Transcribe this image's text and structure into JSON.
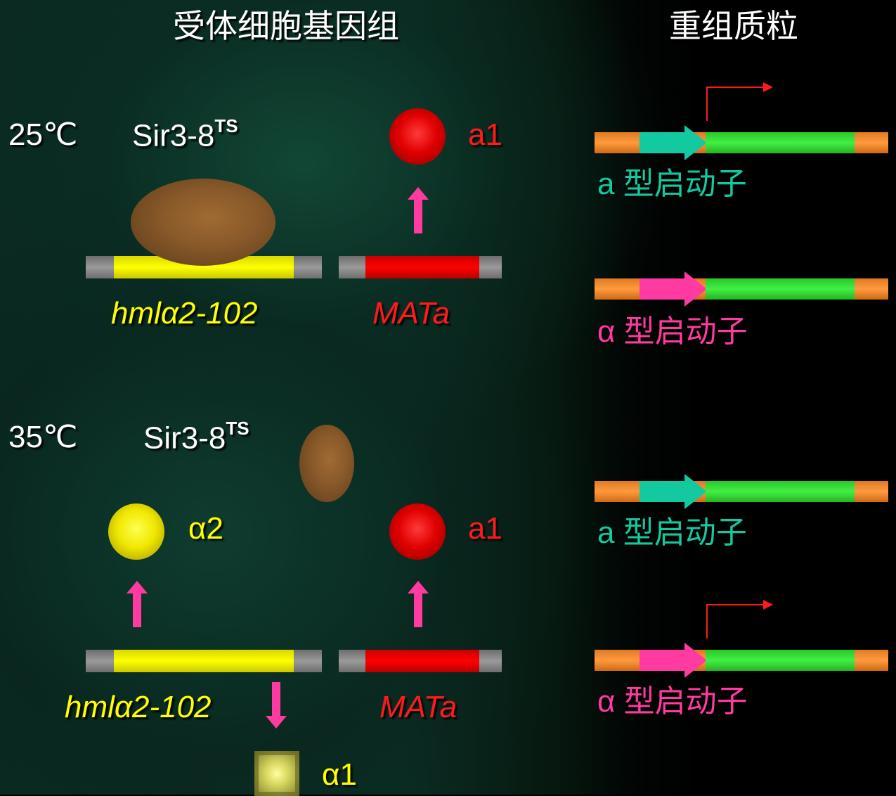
{
  "headers": {
    "recipient": "受体细胞基因组",
    "plasmid": "重组质粒"
  },
  "top": {
    "temp": "25℃",
    "sir": "Sir3-8",
    "sir_sup": "TS",
    "protein_a1": "a1",
    "gene_hml": "hmlα2-102",
    "gene_mat": "MATa"
  },
  "bottom": {
    "temp": "35℃",
    "sir": "Sir3-8",
    "sir_sup": "TS",
    "protein_a2": "α2",
    "protein_a1": "a1",
    "protein_alpha1": "α1",
    "gene_hml": "hmlα2-102",
    "gene_mat": "MATa"
  },
  "plasmids": [
    {
      "label": "a 型启动子",
      "promoter_color": "#12c9a0",
      "active": true
    },
    {
      "label": "α 型启动子",
      "promoter_color": "#ff3aa0",
      "active": false
    },
    {
      "label": "a 型启动子",
      "promoter_color": "#12c9a0",
      "active": false
    },
    {
      "label": "α 型启动子",
      "promoter_color": "#ff3aa0",
      "active": true
    }
  ],
  "colors": {
    "teal": "#12c9a0",
    "pink": "#ff3aa0",
    "red": "#ff1a1a",
    "yellow": "#ffff00",
    "orange": "#ff9a40",
    "green": "#44ee44"
  }
}
